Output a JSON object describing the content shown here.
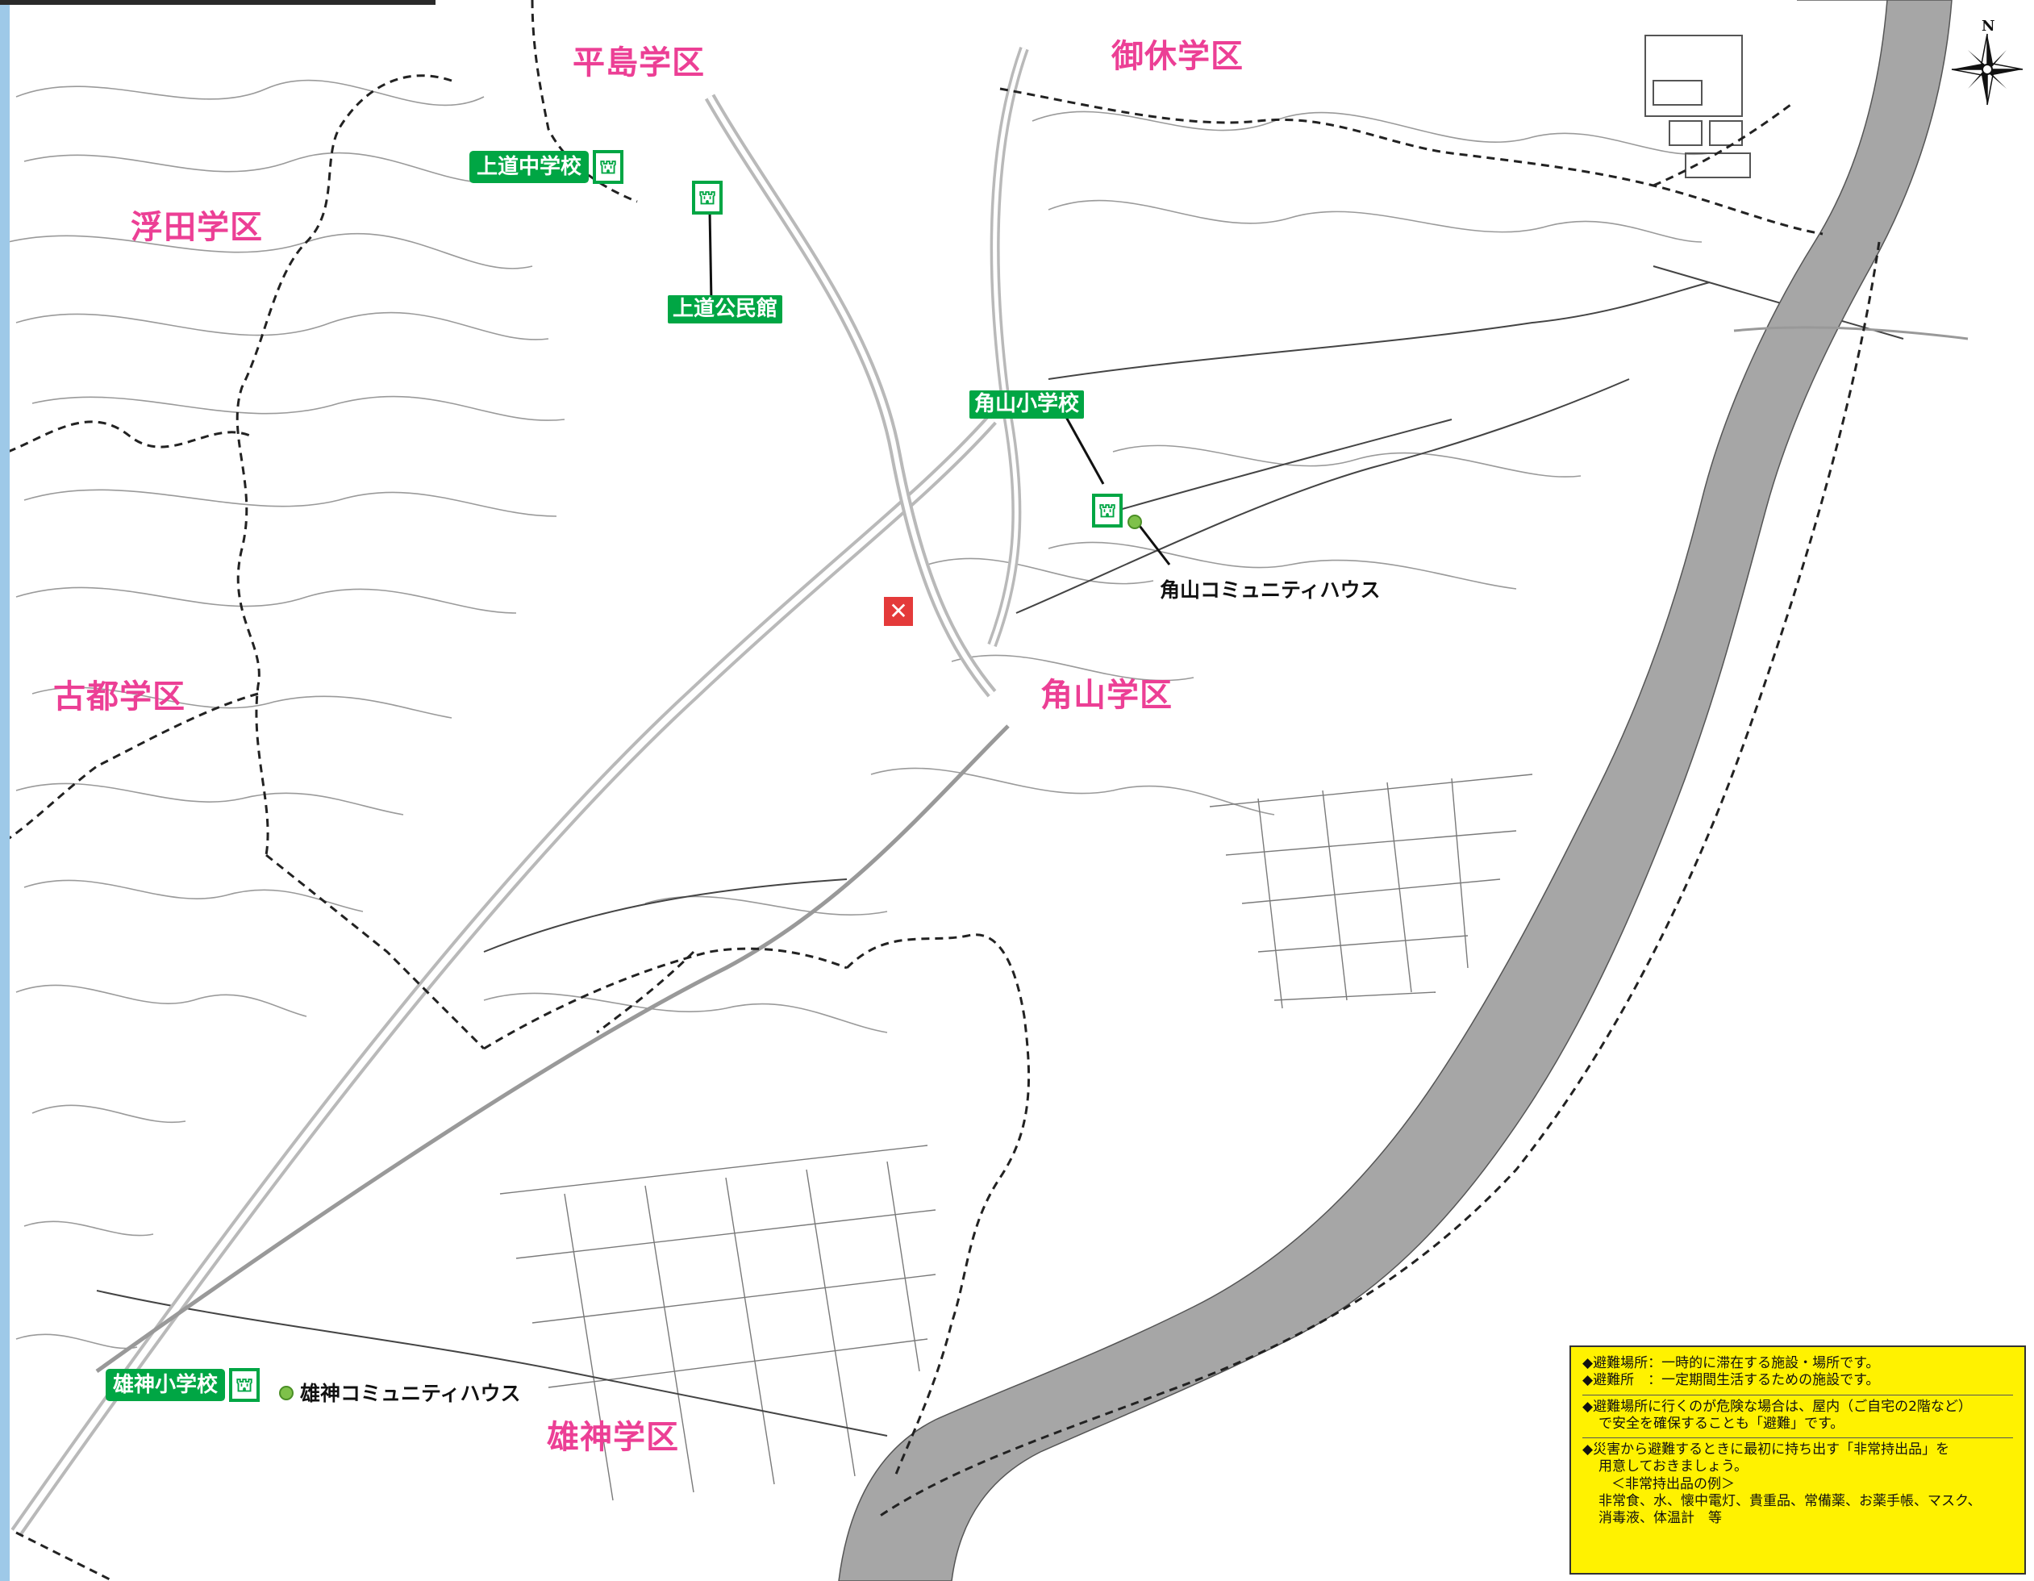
{
  "districts": {
    "hirashima": "平島学区",
    "goyasumi": "御休学区",
    "ukita": "浮田学区",
    "kazuyama": "角山学区",
    "koto": "古都学区",
    "ogami": "雄神学区"
  },
  "facilities": {
    "kamimichi_jhs": "上道中学校",
    "kamimichi_hall": "上道公民館",
    "kazuyama_es": "角山小学校",
    "kazuyama_community": "角山コミュニティハウス",
    "ogami_es": "雄神小学校",
    "ogami_community": "雄神コミュニティハウス"
  },
  "icons": {
    "shelter": "shelter-icon",
    "community": "community-house-dot",
    "cross": "crossed-out-icon",
    "compass": "compass-rose-icon",
    "shelter_glyph": "⛫",
    "cross_glyph": "✕"
  },
  "compass": {
    "north": "N"
  },
  "colors": {
    "district_label": "#ec3f95",
    "facility_green": "#00a644",
    "river": "#a6a6a6",
    "legend_bg": "#fff200",
    "highway": "#b9b9b9"
  },
  "legend": {
    "line1": "◆避難場所：一時的に滞在する施設・場所です。",
    "line2": "◆避難所　：一定期間生活するための施設です。",
    "line3": "◆避難場所に行くのが危険な場合は、屋内（ご自宅の2階など）",
    "line4": "で安全を確保することも「避難」です。",
    "line5": "◆災害から避難するときに最初に持ち出す「非常持出品」を",
    "line6": "用意しておきましょう。",
    "line7": "＜非常持出品の例＞",
    "line8": "非常食、水、懐中電灯、貴重品、常備薬、お薬手帳、マスク、",
    "line9": "消毒液、体温計　等"
  }
}
